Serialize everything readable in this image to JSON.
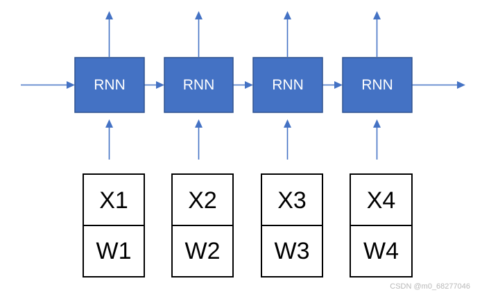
{
  "diagram": {
    "cells": [
      {
        "label": "RNN",
        "input_top": "X1",
        "input_bottom": "W1"
      },
      {
        "label": "RNN",
        "input_top": "X2",
        "input_bottom": "W2"
      },
      {
        "label": "RNN",
        "input_top": "X3",
        "input_bottom": "W3"
      },
      {
        "label": "RNN",
        "input_top": "X4",
        "input_bottom": "W4"
      }
    ],
    "colors": {
      "cell_fill": "#4472c4",
      "cell_border": "#2f528f",
      "arrow": "#4472c4",
      "input_border": "#000000"
    }
  },
  "watermark": "CSDN @m0_68277046"
}
